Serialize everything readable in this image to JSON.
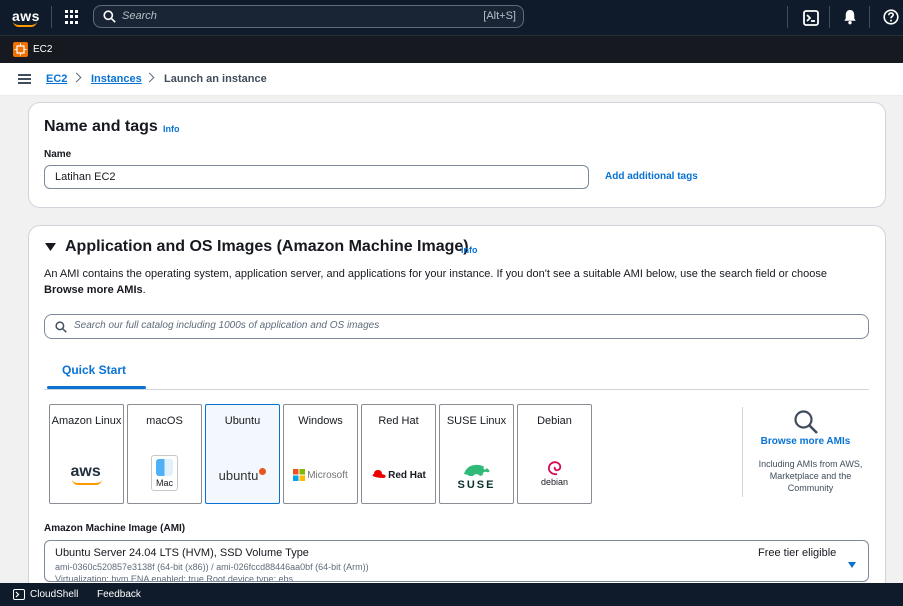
{
  "topnav": {
    "logo": "aws",
    "search_placeholder": "Search",
    "search_shortcut": "[Alt+S]",
    "icons": [
      "apps-grid-icon",
      "search-icon",
      "cloudshell-icon",
      "notifications-bell-icon",
      "help-icon"
    ]
  },
  "service": {
    "name": "EC2"
  },
  "breadcrumb": {
    "items": [
      "EC2",
      "Instances"
    ],
    "current": "Launch an instance"
  },
  "name_tags": {
    "title": "Name and tags",
    "info": "Info",
    "name_label": "Name",
    "name_value": "Latihan EC2",
    "add_tags": "Add additional tags"
  },
  "ami_section": {
    "title": "Application and OS Images (Amazon Machine Image)",
    "info": "Info",
    "description": "An AMI contains the operating system, application server, and applications for your instance. If you don't see a suitable AMI below, use the search field or choose",
    "description_bold": "Browse more AMIs",
    "description_end": ".",
    "search_placeholder": "Search our full catalog including 1000s of application and OS images",
    "tab": "Quick Start",
    "tiles": [
      {
        "name": "Amazon Linux",
        "logo_text": "aws"
      },
      {
        "name": "macOS",
        "logo_text": "Mac"
      },
      {
        "name": "Ubuntu",
        "logo_text": "ubuntu"
      },
      {
        "name": "Windows",
        "logo_text": "Microsoft"
      },
      {
        "name": "Red Hat",
        "logo_text": "Red Hat"
      },
      {
        "name": "SUSE Linux",
        "logo_text": "SUSE"
      },
      {
        "name": "Debian",
        "logo_text": "debian"
      }
    ],
    "selected_tile": "Ubuntu",
    "browse_more": "Browse more AMIs",
    "browse_desc": "Including AMIs from AWS, Marketplace and the Community",
    "ami_label": "Amazon Machine Image (AMI)",
    "ami_name": "Ubuntu Server 24.04 LTS (HVM), SSD Volume Type",
    "ami_ids": "ami-0360c520857e3138f (64-bit (x86)) / ami-026fccd88446aa0bf (64-bit (Arm))",
    "ami_virt": "Virtualization: hvm    ENA enabled: true    Root device type: ebs",
    "ami_badge": "Free tier eligible"
  },
  "footer": {
    "cloudshell": "CloudShell",
    "feedback": "Feedback"
  },
  "colors": {
    "accent": "#0972d3",
    "nav": "#0f1b2a",
    "aws_orange": "#ff9900",
    "ec2_orange": "#ed7100"
  }
}
